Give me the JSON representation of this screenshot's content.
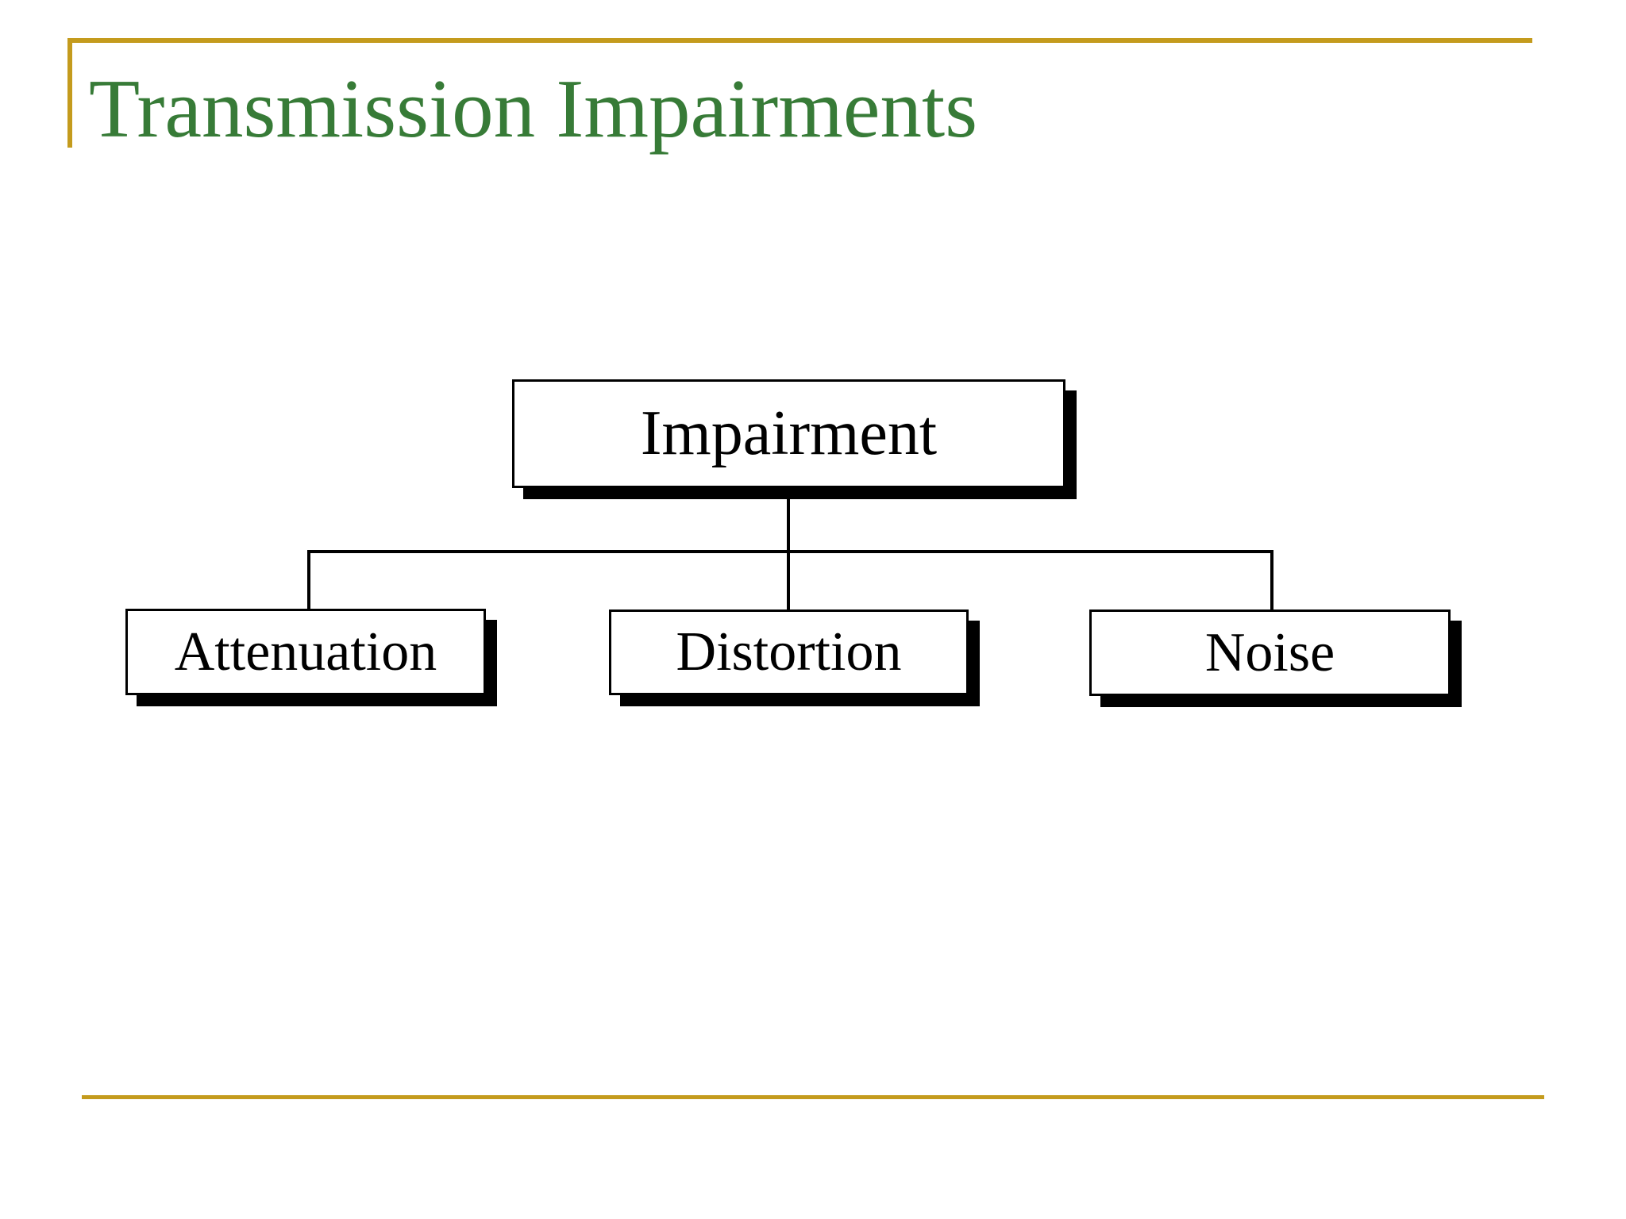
{
  "slide": {
    "title": "Transmission Impairments",
    "colors": {
      "accent_gold": "#C49B1D",
      "title_green": "#377B37",
      "box_fill": "#FFFFFF",
      "box_border": "#000000",
      "box_shadow": "#000000",
      "connector": "#000000"
    }
  },
  "diagram": {
    "type": "hierarchy-tree",
    "root": {
      "label": "Impairment"
    },
    "children": [
      {
        "label": "Attenuation"
      },
      {
        "label": "Distortion"
      },
      {
        "label": "Noise"
      }
    ]
  }
}
